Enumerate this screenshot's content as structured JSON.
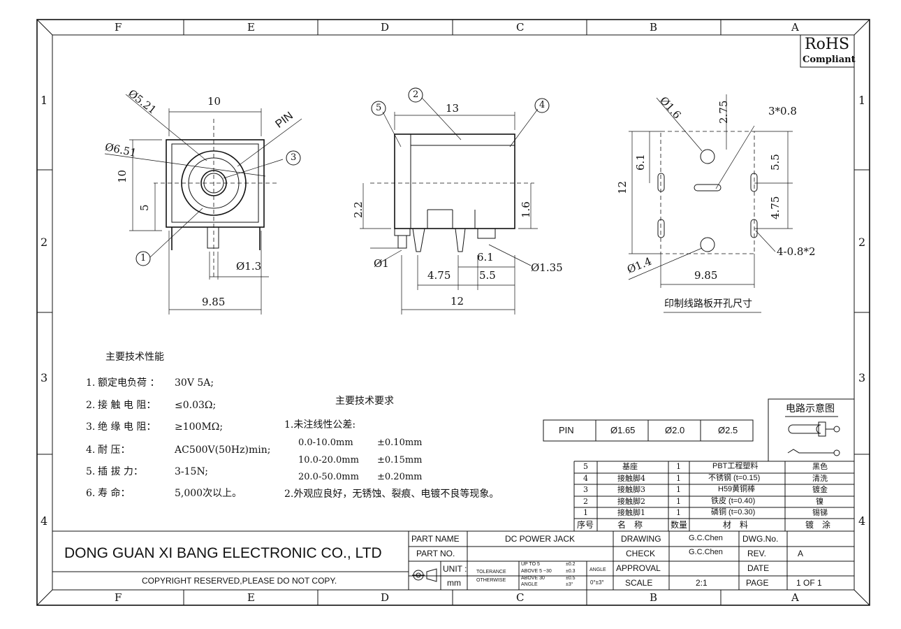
{
  "frame": {
    "columns": [
      "F",
      "E",
      "D",
      "C",
      "B",
      "A"
    ],
    "rows": [
      "1",
      "2",
      "3",
      "4"
    ]
  },
  "rohs": {
    "line1": "RoHS",
    "line2": "Compliant"
  },
  "front_view": {
    "dims": {
      "top_width": "10",
      "left_height": "10",
      "left_half": "5",
      "dia_outer": "Ø6.51",
      "dia_inner": "Ø5.21",
      "pin_label": "PIN",
      "pin_dia": "Ø1.3",
      "bottom_width": "9.85"
    },
    "balloons": [
      "1",
      "3"
    ]
  },
  "side_view": {
    "dims": {
      "top_length": "13",
      "height_left": "2.2",
      "height_right": "1.6",
      "pin_dia": "Ø1",
      "pin_dia2": "Ø1.35",
      "d_4_75": "4.75",
      "d_5_5": "5.5",
      "d_6_1": "6.1",
      "bottom_length": "12"
    },
    "balloons": [
      "2",
      "4",
      "5"
    ]
  },
  "pcb_layout": {
    "dims": {
      "dia_top": "Ø1.6",
      "top_2_75": "2.75",
      "slot_3": "3*0.8",
      "left_6_1": "6.1",
      "left_12": "12",
      "right_5_5": "5.5",
      "right_4_75": "4.75",
      "slots_4": "4-0.8*2",
      "dia_bottom": "Ø1.4",
      "bottom_9_85": "9.85"
    },
    "caption": "印制线路板开孔尺寸"
  },
  "spec": {
    "title": "主要技术性能",
    "items": [
      {
        "num": "1.",
        "label": "额定电负荷 ：",
        "value": "30V 5A;"
      },
      {
        "num": "2.",
        "label": "接 触 电 阻：",
        "value": "≤0.03Ω;"
      },
      {
        "num": "3.",
        "label": "绝 缘 电 阻：",
        "value": "≥100MΩ;"
      },
      {
        "num": "4.",
        "label": "耐         压：",
        "value": "AC500V(50Hz)min;"
      },
      {
        "num": "5.",
        "label": "插   拔    力：",
        "value": "3-15N;"
      },
      {
        "num": "6.",
        "label": "寿         命：",
        "value": "5,000次以上。"
      }
    ]
  },
  "requirements": {
    "title": "主要技术要求",
    "line1": "1.未注线性公差:",
    "tolerances": [
      {
        "range": "0.0-10.0mm",
        "tol": "±0.10mm"
      },
      {
        "range": "10.0-20.0mm",
        "tol": "±0.15mm"
      },
      {
        "range": "20.0-50.0mm",
        "tol": "±0.20mm"
      }
    ],
    "line2": "2.外观应良好，无锈蚀、裂痕、电镀不良等现象。"
  },
  "pin_table": {
    "headers": [
      "PIN",
      "Ø1.65",
      "Ø2.0",
      "Ø2.5"
    ]
  },
  "circuit": {
    "title": "电路示意图"
  },
  "bom": {
    "rows": [
      {
        "no": "5",
        "name": "基座",
        "qty": "1",
        "material": "PBT工程塑料",
        "finish": "黑色"
      },
      {
        "no": "4",
        "name": "接触脚4",
        "qty": "1",
        "material": "不锈钢 (t=0.15)",
        "finish": "清洗"
      },
      {
        "no": "3",
        "name": "接触脚3",
        "qty": "1",
        "material": "H59黄铜棒",
        "finish": "镀金"
      },
      {
        "no": "2",
        "name": "接触脚2",
        "qty": "1",
        "material": "铁皮 (t=0.40)",
        "finish": "镍"
      },
      {
        "no": "1",
        "name": "接触脚1",
        "qty": "1",
        "material": "磷铜 (t=0.30)",
        "finish": "锡锑"
      }
    ],
    "header": {
      "no": "序号",
      "name": "名　称",
      "qty": "数量",
      "material": "材　料",
      "finish": "镀　涂"
    }
  },
  "title_block": {
    "company": "DONG GUAN XI BANG ELECTRONIC CO., LTD",
    "copyright": "COPYRIGHT RESERVED,PLEASE DO NOT COPY.",
    "part_name_label": "PART NAME",
    "part_name": "DC POWER JACK",
    "part_no_label": "PART NO.",
    "unit_label": "UNIT :",
    "unit": "mm",
    "tol_label1": "TOLERANCE",
    "tol_label2": "OTHERWISE",
    "tol_ranges": [
      "UP TO 5",
      "ABOVE 5 ~30",
      "ABOVE 30",
      "ANGLE"
    ],
    "tol_values": [
      "±0.2",
      "±0.3",
      "±0.5",
      "±3°"
    ],
    "angle_label": "ANGLE",
    "angle_value": "0°±3°",
    "drawing_label": "DRAWING",
    "drawing": "G.C.Chen",
    "check_label": "CHECK",
    "check": "G.C.Chen",
    "approval_label": "APPROVAL",
    "scale_label": "SCALE",
    "scale": "2:1",
    "dwgno_label": "DWG.No.",
    "rev_label": "REV.",
    "rev": "A",
    "date_label": "DATE",
    "page_label": "PAGE",
    "page": "1 OF 1"
  }
}
